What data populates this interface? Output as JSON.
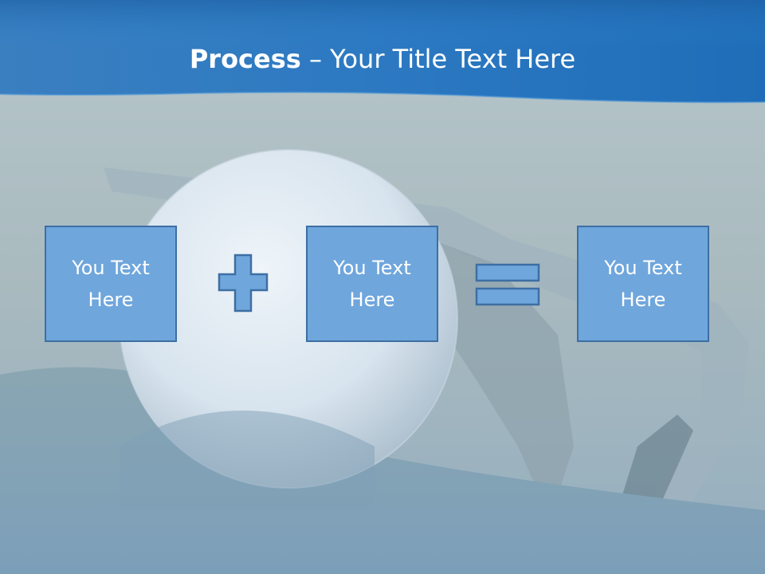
{
  "slide": {
    "title_bold": "Process",
    "title_rest": " – Your Title Text Here"
  },
  "process": {
    "boxes": [
      {
        "label": "You Text Here"
      },
      {
        "label": "You Text Here"
      },
      {
        "label": "You Text Here"
      }
    ],
    "operators": [
      "plus-icon",
      "equals-icon"
    ]
  },
  "colors": {
    "header": "#2b7bc4",
    "box_fill": "#6fa6dc",
    "box_border": "#3d6fa3"
  }
}
